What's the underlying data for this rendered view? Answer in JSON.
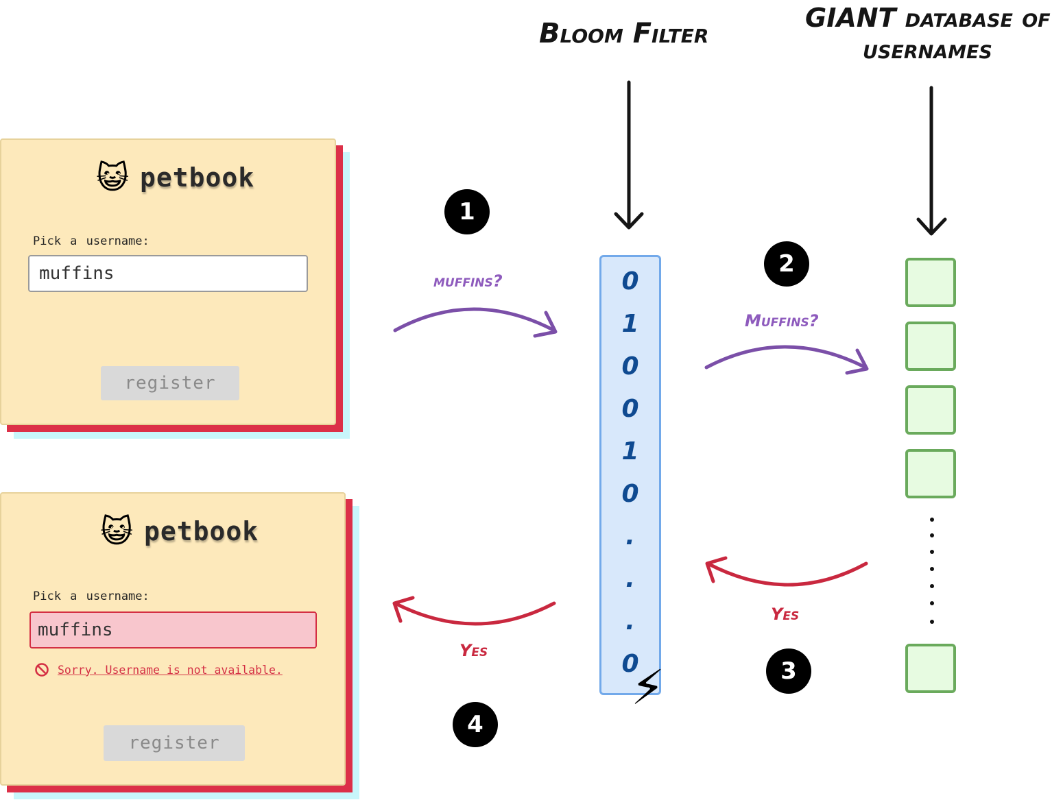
{
  "headings": {
    "bloom_filter": "Bloom Filter",
    "database_line1": "GIANT database of",
    "database_line2": "usernames"
  },
  "form_top": {
    "logo_emoji": "😺",
    "brand": "petbook",
    "label": "Pick a username:",
    "value": "muffins",
    "button": "register"
  },
  "form_bottom": {
    "logo_emoji": "😺",
    "brand": "petbook",
    "label": "Pick a username:",
    "value": "muffins",
    "error_icon": "no-entry-icon",
    "error": "Sorry. Username is not available.",
    "button": "register"
  },
  "bloom_bits": [
    "0",
    "1",
    "0",
    "0",
    "1",
    "0",
    ".",
    ".",
    ".",
    "0"
  ],
  "lightning_icon": "⚡",
  "steps": [
    "1",
    "2",
    "3",
    "4"
  ],
  "labels": {
    "arrow1": "muffins?",
    "arrow2": "Muffins?",
    "arrow3": "Yes",
    "arrow4": "Yes"
  },
  "colors": {
    "query_arrow": "#7b4fa8",
    "answer_arrow": "#c9283f",
    "bloom_fill": "#d8e8fb",
    "db_fill": "#e7fbe1",
    "card_fill": "#fde9bb"
  }
}
